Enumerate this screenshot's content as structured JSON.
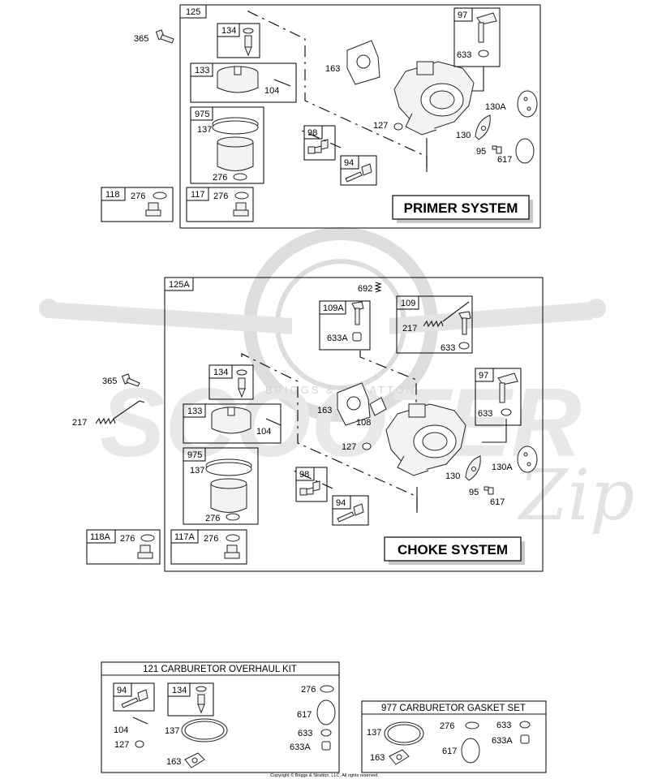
{
  "primer": {
    "title": "PRIMER SYSTEM",
    "assembly": "125",
    "boxes": {
      "b134": "134",
      "b133": "133",
      "b975": "975",
      "b98": "98",
      "b94": "94",
      "b97": "97",
      "b118": "118",
      "b117": "117"
    },
    "labels": {
      "l365": "365",
      "l104": "104",
      "l137": "137",
      "l276a": "276",
      "l163": "163",
      "l127": "127",
      "l633": "633",
      "l130A": "130A",
      "l130": "130",
      "l95": "95",
      "l617": "617",
      "l276b": "276",
      "l276c": "276"
    }
  },
  "choke": {
    "title": "CHOKE SYSTEM",
    "assembly": "125A",
    "boxes": {
      "b109A": "109A",
      "b109": "109",
      "b134": "134",
      "b133": "133",
      "b975": "975",
      "b98": "98",
      "b94": "94",
      "b97": "97",
      "b118A": "118A",
      "b117A": "117A"
    },
    "labels": {
      "l692": "692",
      "l633A": "633A",
      "l217in": "217",
      "l633in": "633",
      "l365": "365",
      "l217": "217",
      "l104": "104",
      "l137": "137",
      "l276a": "276",
      "l163": "163",
      "l108": "108",
      "l127": "127",
      "l633r": "633",
      "l130A": "130A",
      "l130": "130",
      "l95": "95",
      "l617": "617",
      "l276b": "276",
      "l276c": "276"
    }
  },
  "overhaul_kit": {
    "title": "121 CARBURETOR OVERHAUL KIT",
    "boxes": {
      "b94": "94",
      "b134": "134"
    },
    "labels": {
      "l104": "104",
      "l127": "127",
      "l137": "137",
      "l163": "163",
      "l276": "276",
      "l617": "617",
      "l633": "633",
      "l633A": "633A"
    }
  },
  "gasket_set": {
    "title": "977 CARBURETOR GASKET SET",
    "labels": {
      "l137": "137",
      "l276": "276",
      "l633": "633",
      "l633A": "633A",
      "l617": "617",
      "l163": "163"
    }
  },
  "watermark": {
    "brand": "BRIGGS & STRATTON",
    "word": "SCOOTER",
    "script": "Zip"
  },
  "copyright": "Copyright © Briggs & Stratton, LLC. All rights reserved."
}
